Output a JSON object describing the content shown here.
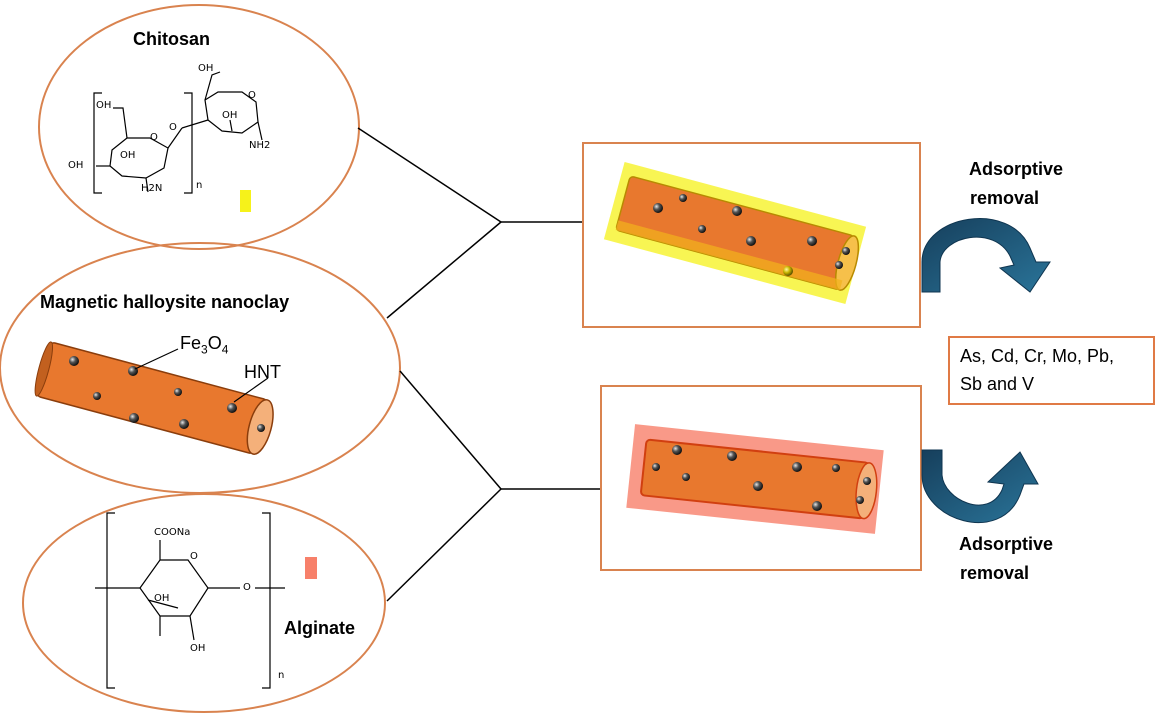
{
  "labels": {
    "chitosan": "Chitosan",
    "halloysite": "Magnetic halloysite nanoclay",
    "alginate": "Alginate",
    "fe3o4_base": "Fe",
    "fe3o4_sub1": "3",
    "fe3o4_mid": "O",
    "fe3o4_sub2": "4",
    "hnt": "HNT",
    "adsorptive_top_1": "Adsorptive",
    "adsorptive_top_2": "removal",
    "adsorptive_bottom_1": "Adsorptive",
    "adsorptive_bottom_2": "removal",
    "metals_line1": "As, Cd, Cr, Mo, Pb,",
    "metals_line2": "Sb and V"
  },
  "chitosan_structure": {
    "oh1": "OH",
    "oh2": "OH",
    "oh3": "OH",
    "oh4": "OH",
    "oh5": "OH",
    "o_ring1": "O",
    "o_ring2": "O",
    "o_link": "O",
    "nh2_1": "H2N",
    "nh2_2": "NH2",
    "n": "n"
  },
  "alginate_structure": {
    "coona": "COONa",
    "o_ring": "O",
    "o_link": "O",
    "oh1": "OH",
    "oh2": "OH",
    "n": "n"
  },
  "colors": {
    "ellipse_stroke": "#d9834f",
    "tube_orange": "#e8782e",
    "tube_dark": "#b85418",
    "tube_end": "#f4b07a",
    "chitosan_yellow": "#f6f21a",
    "alginate_red": "#f7806a",
    "arrow_blue": "#1e5b7e",
    "box_stroke": "#d9834f"
  }
}
